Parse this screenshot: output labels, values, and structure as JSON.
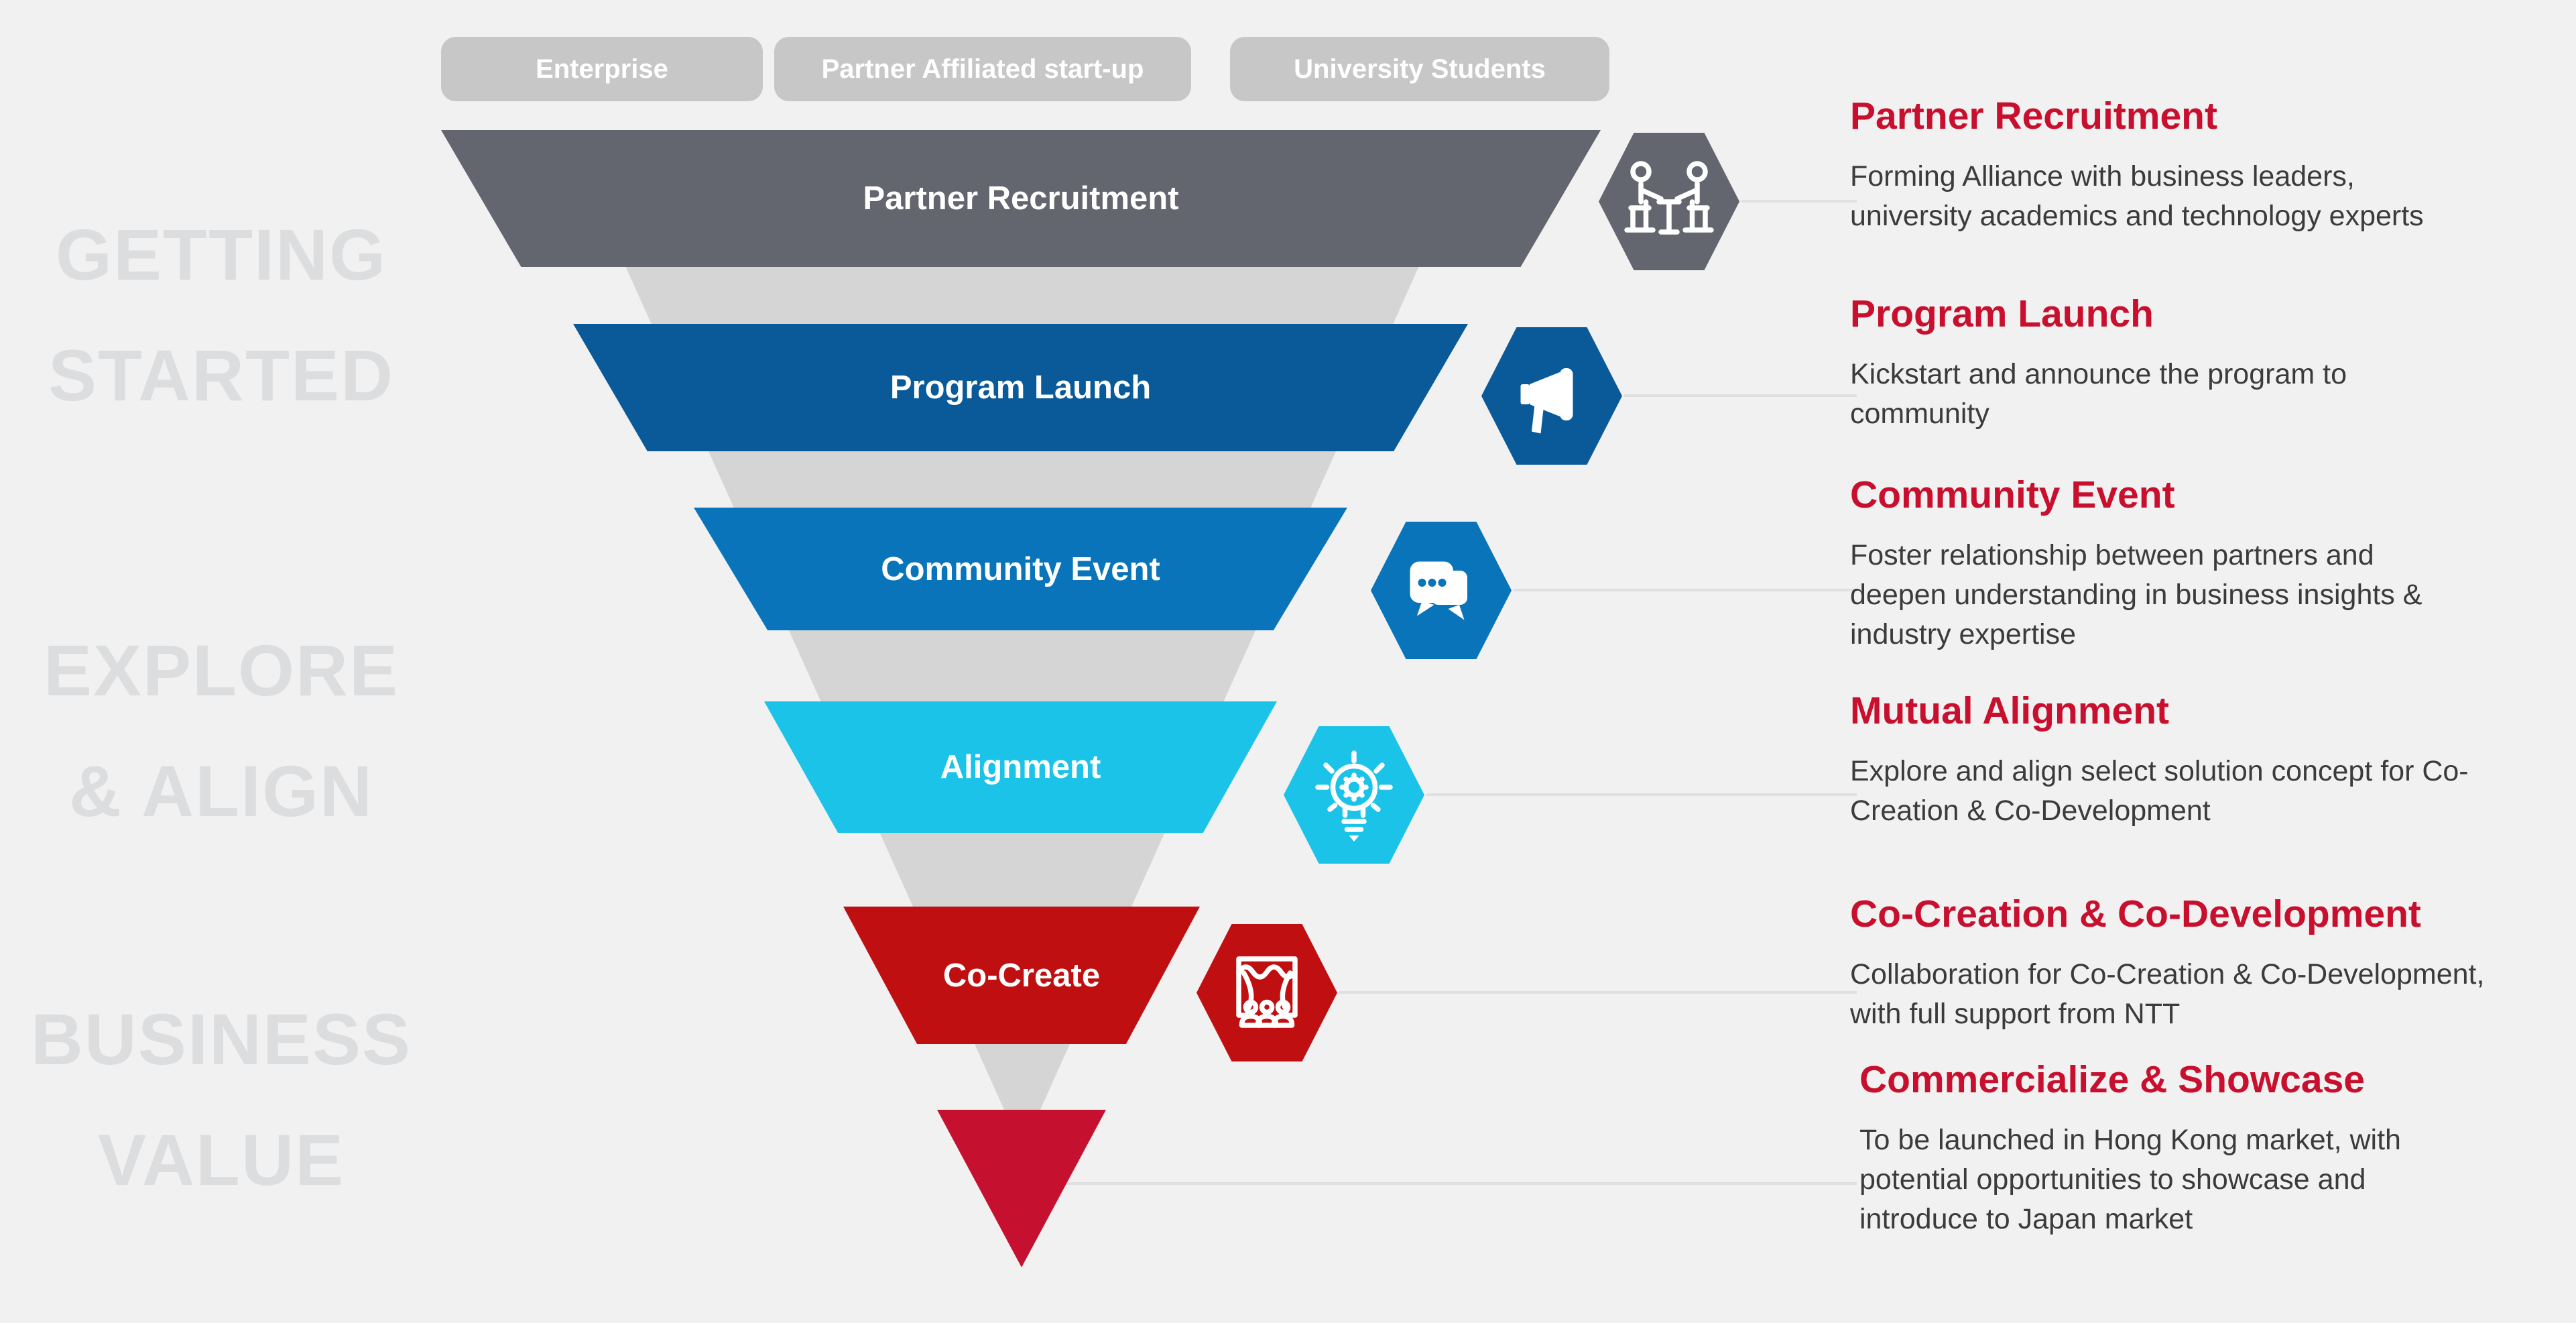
{
  "slide": {
    "background_color": "#F1F1F2",
    "accent_red": "#C8102E"
  },
  "audience_tags": [
    {
      "label": "Enterprise"
    },
    {
      "label": "Partner Affiliated start-up"
    },
    {
      "label": "University Students"
    }
  ],
  "phase_labels": [
    {
      "line1": "GETTING",
      "line2": "STARTED"
    },
    {
      "line1": "EXPLORE",
      "line2": "& ALIGN"
    },
    {
      "line1": "BUSINESS",
      "line2": "VALUE"
    }
  ],
  "funnel_stages": [
    {
      "label": "Partner Recruitment",
      "color": "#63666E",
      "icon": "meeting-table-icon"
    },
    {
      "label": "Program Launch",
      "color": "#0A5A99",
      "icon": "megaphone-icon"
    },
    {
      "label": "Community Event",
      "color": "#0A74BA",
      "icon": "chat-bubbles-icon"
    },
    {
      "label": "Alignment",
      "color": "#1CC3E9",
      "icon": "lightbulb-gear-icon"
    },
    {
      "label": "Co-Create",
      "color": "#C00F10",
      "icon": "stage-audience-icon"
    }
  ],
  "funnel_tip": {
    "color": "#C6102F"
  },
  "details": [
    {
      "title": "Partner Recruitment",
      "body": "Forming Alliance with business leaders,\nuniversity academics and technology experts"
    },
    {
      "title": "Program Launch",
      "body": "Kickstart and announce the program to\ncommunity"
    },
    {
      "title": "Community Event",
      "body": "Foster relationship between partners and\ndeepen understanding in business insights &\nindustry expertise"
    },
    {
      "title": "Mutual Alignment",
      "body": "Explore and align select solution concept for Co-\nCreation & Co-Development"
    },
    {
      "title": "Co-Creation & Co-Development",
      "body": "Collaboration for Co-Creation & Co-Development,\nwith full support from NTT"
    },
    {
      "title": "Commercialize & Showcase",
      "body": "To be launched in Hong Kong market, with\npotential opportunities to showcase and\nintroduce to Japan market"
    }
  ],
  "colors": {
    "pill_background": "#C7C7C8",
    "pill_text": "#FFFFFF",
    "phase_watermark": "#DCDDDE",
    "funnel_wedge": "#D5D5D5",
    "connector_line": "#E0E0E0",
    "heading_red": "#C8102E",
    "body_text": "#3B3B3B",
    "bar_text": "#FFFFFF"
  }
}
